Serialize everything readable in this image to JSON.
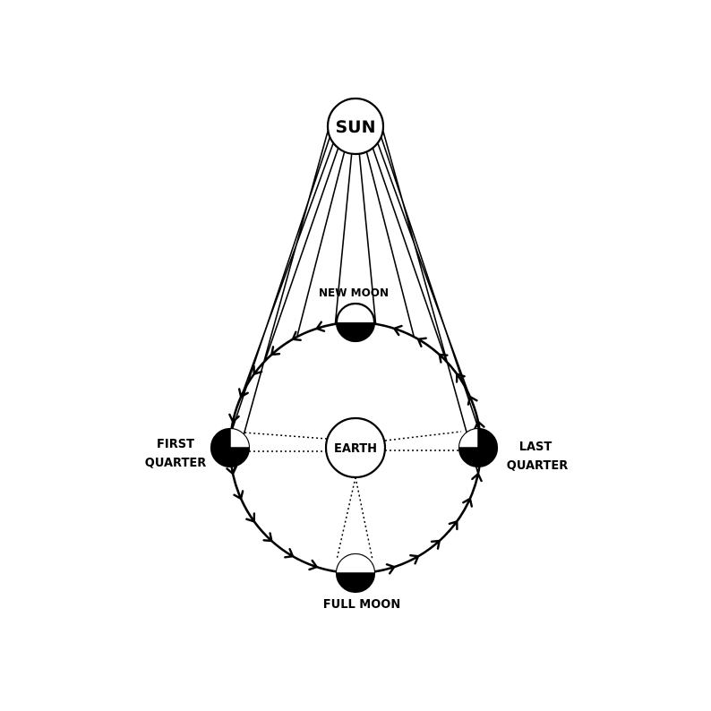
{
  "diagram": {
    "labels": {
      "sun": "SUN",
      "earth": "EARTH",
      "new_moon": "NEW MOON",
      "first_quarter_1": "FIRST",
      "first_quarter_2": "QUARTER",
      "last_quarter_1": "LAST",
      "last_quarter_2": "QUARTER",
      "full_moon": "FULL MOON"
    },
    "colors": {
      "ink": "#000000",
      "paper": "#ffffff"
    }
  }
}
